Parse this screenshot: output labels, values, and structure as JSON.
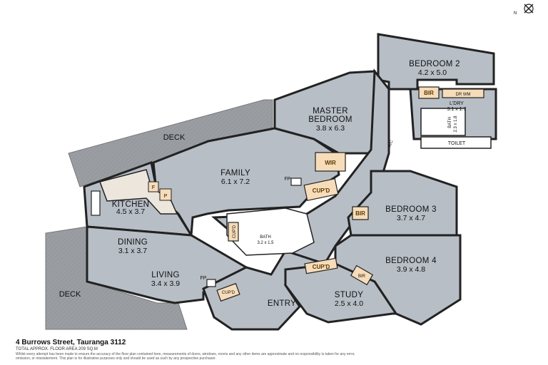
{
  "rooms": {
    "bedroom2": {
      "name": "BEDROOM 2",
      "dim": "4.2 x 5.0"
    },
    "master": {
      "name1": "MASTER",
      "name2": "BEDROOM",
      "dim": "3.8 x 6.3"
    },
    "family": {
      "name": "FAMILY",
      "dim": "6.1 x 7.2"
    },
    "kitchen": {
      "name": "KITCHEN",
      "dim": "4.5 x 3.7"
    },
    "dining": {
      "name": "DINING",
      "dim": "3.1 x 3.7"
    },
    "living": {
      "name": "LIVING",
      "dim": "3.4 x 3.9"
    },
    "bedroom3": {
      "name": "BEDROOM 3",
      "dim": "3.7 x 4.7"
    },
    "bedroom4": {
      "name": "BEDROOM 4",
      "dim": "3.9 x 4.8"
    },
    "study": {
      "name": "STUDY",
      "dim": "2.5 x 4.0"
    },
    "entry": {
      "name": "ENTRY"
    },
    "laundry": {
      "name": "L'DRY",
      "dim": "3.1 x 1.7"
    },
    "bath_upper": {
      "name": "BATH",
      "dim": "2.3 x 1.8"
    },
    "toilet": {
      "name": "TOILET"
    },
    "bath_center": {
      "name": "BATH",
      "dim": "3.2 x 1.5"
    }
  },
  "decks": {
    "upper": "DECK",
    "lower": "DECK"
  },
  "fixtures": {
    "bir1": "BIR",
    "bir2": "BIR",
    "bir3": "BIR",
    "wir": "WIR",
    "cupd1": "CUP'D",
    "cupd2": "CUP'D",
    "cupd3": "CUP'D",
    "cupd4": "CUP'D",
    "fp1": "FP",
    "fp2": "FP",
    "f": "F",
    "p": "P",
    "dr_wm": "DR WM",
    "ac": "A/C"
  },
  "footer": {
    "address": "4 Burrows Street, Tauranga 3112",
    "area": "TOTAL APPROX. FLOOR AREA 209 SQ.M",
    "disclaimer": "Whilst every attempt has been made to ensure the accuracy of the floor plan contained here, measurements of doors, windows, rooms and any other items are approximate and no responsibility is taken for any error, omission, or misstatement. This plan is for illustrative purposes only and should be used as such by any prospective purchaser."
  },
  "colors": {
    "room": "#b7bec6",
    "deck": "#9a9ea3",
    "cupboard": "#f6dcb8",
    "wall": "#222222",
    "wet": "#ffffff"
  },
  "icons": {
    "compass": "north-arrow-icon"
  }
}
